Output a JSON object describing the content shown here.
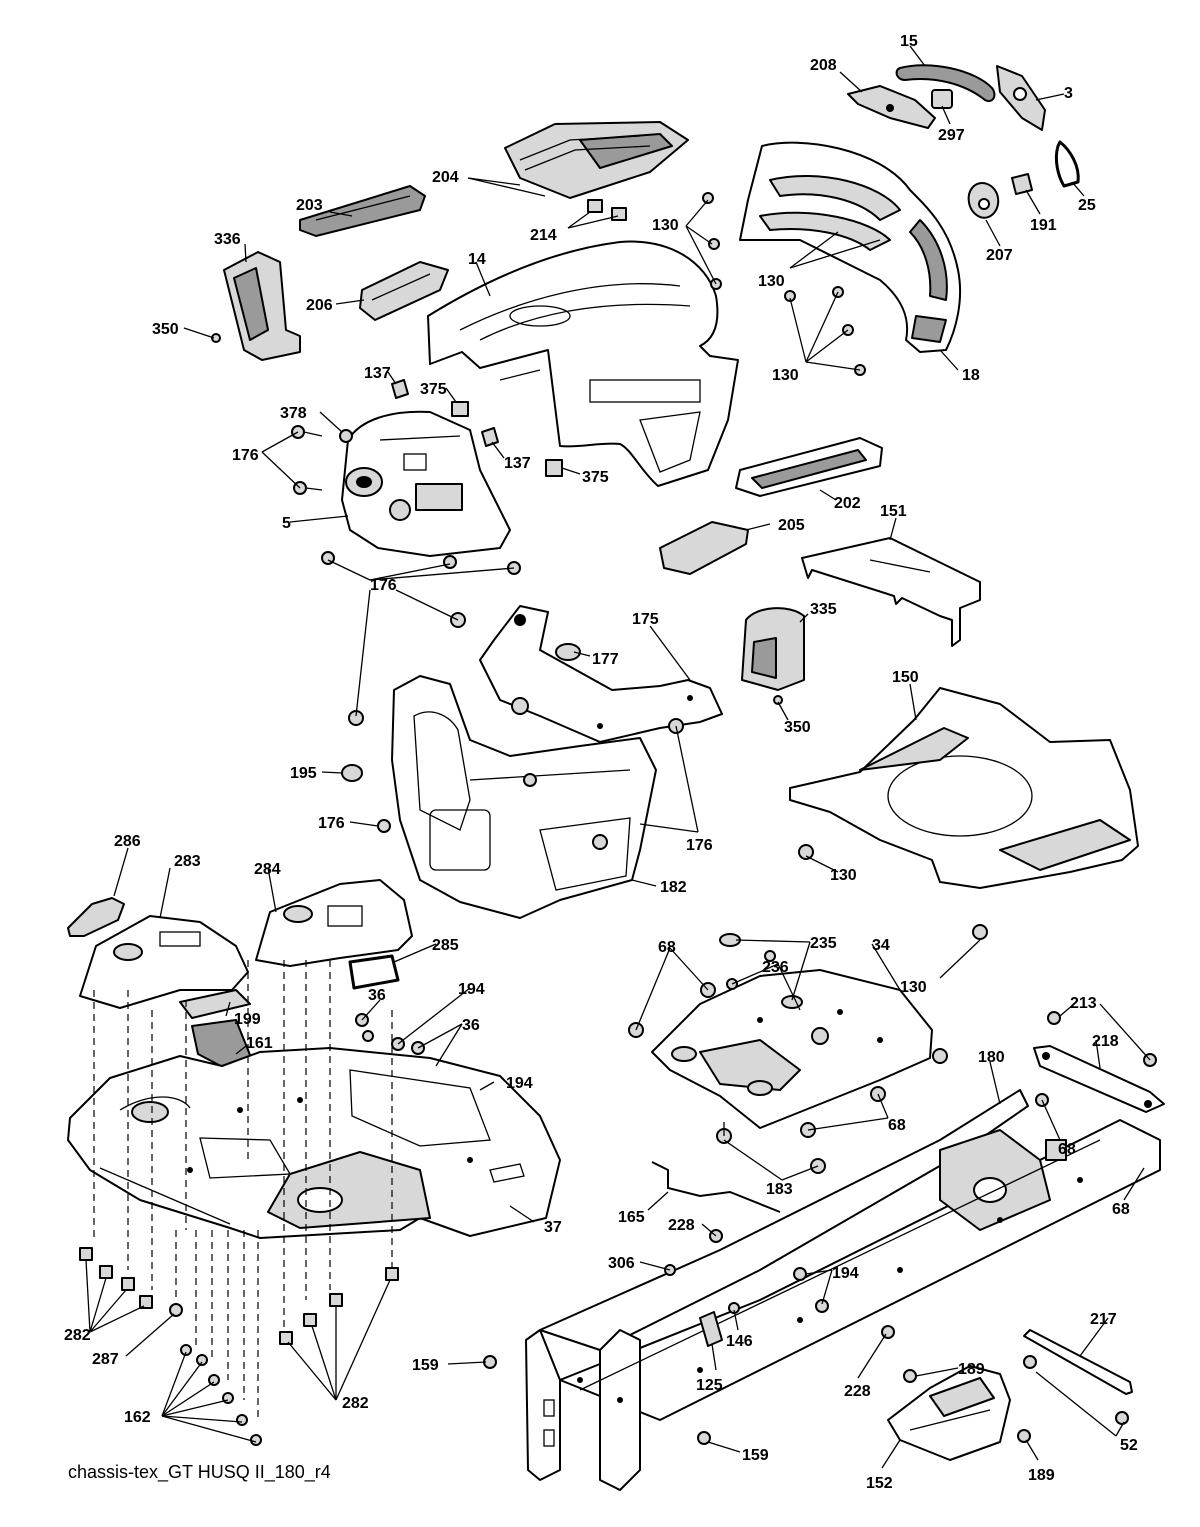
{
  "caption": "chassis-tex_GT HUSQ II_180_r4",
  "callouts": [
    {
      "id": "c15",
      "label": "15"
    },
    {
      "id": "c208",
      "label": "208"
    },
    {
      "id": "c3",
      "label": "3"
    },
    {
      "id": "c297",
      "label": "297"
    },
    {
      "id": "c204",
      "label": "204"
    },
    {
      "id": "c203",
      "label": "203"
    },
    {
      "id": "c130a",
      "label": "130"
    },
    {
      "id": "c191",
      "label": "191"
    },
    {
      "id": "c25",
      "label": "25"
    },
    {
      "id": "c214",
      "label": "214"
    },
    {
      "id": "c336",
      "label": "336"
    },
    {
      "id": "c14",
      "label": "14"
    },
    {
      "id": "c130b",
      "label": "130"
    },
    {
      "id": "c207",
      "label": "207"
    },
    {
      "id": "c206",
      "label": "206"
    },
    {
      "id": "c350a",
      "label": "350"
    },
    {
      "id": "c130c",
      "label": "130"
    },
    {
      "id": "c18",
      "label": "18"
    },
    {
      "id": "c137a",
      "label": "137"
    },
    {
      "id": "c375a",
      "label": "375"
    },
    {
      "id": "c378",
      "label": "378"
    },
    {
      "id": "c176a",
      "label": "176"
    },
    {
      "id": "c137b",
      "label": "137"
    },
    {
      "id": "c375b",
      "label": "375"
    },
    {
      "id": "c202",
      "label": "202"
    },
    {
      "id": "c5",
      "label": "5"
    },
    {
      "id": "c205",
      "label": "205"
    },
    {
      "id": "c151",
      "label": "151"
    },
    {
      "id": "c176b",
      "label": "176"
    },
    {
      "id": "c175",
      "label": "175"
    },
    {
      "id": "c335",
      "label": "335"
    },
    {
      "id": "c177",
      "label": "177"
    },
    {
      "id": "c150",
      "label": "150"
    },
    {
      "id": "c350b",
      "label": "350"
    },
    {
      "id": "c195",
      "label": "195"
    },
    {
      "id": "c176c",
      "label": "176"
    },
    {
      "id": "c176d",
      "label": "176"
    },
    {
      "id": "c130d",
      "label": "130"
    },
    {
      "id": "c182",
      "label": "182"
    },
    {
      "id": "c286",
      "label": "286"
    },
    {
      "id": "c283",
      "label": "283"
    },
    {
      "id": "c284",
      "label": "284"
    },
    {
      "id": "c285",
      "label": "285"
    },
    {
      "id": "c68a",
      "label": "68"
    },
    {
      "id": "c235",
      "label": "235"
    },
    {
      "id": "c34",
      "label": "34"
    },
    {
      "id": "c236",
      "label": "236"
    },
    {
      "id": "c130e",
      "label": "130"
    },
    {
      "id": "c36a",
      "label": "36"
    },
    {
      "id": "c194a",
      "label": "194"
    },
    {
      "id": "c213",
      "label": "213"
    },
    {
      "id": "c199",
      "label": "199"
    },
    {
      "id": "c36b",
      "label": "36"
    },
    {
      "id": "c218",
      "label": "218"
    },
    {
      "id": "c161",
      "label": "161"
    },
    {
      "id": "c180",
      "label": "180"
    },
    {
      "id": "c194b",
      "label": "194"
    },
    {
      "id": "c68b",
      "label": "68"
    },
    {
      "id": "c68c",
      "label": "68"
    },
    {
      "id": "c183",
      "label": "183"
    },
    {
      "id": "c68d",
      "label": "68"
    },
    {
      "id": "c37",
      "label": "37"
    },
    {
      "id": "c165",
      "label": "165"
    },
    {
      "id": "c228a",
      "label": "228"
    },
    {
      "id": "c306",
      "label": "306"
    },
    {
      "id": "c194c",
      "label": "194"
    },
    {
      "id": "c217",
      "label": "217"
    },
    {
      "id": "c282a",
      "label": "282"
    },
    {
      "id": "c146",
      "label": "146"
    },
    {
      "id": "c287",
      "label": "287"
    },
    {
      "id": "c159a",
      "label": "159"
    },
    {
      "id": "c189a",
      "label": "189"
    },
    {
      "id": "c125",
      "label": "125"
    },
    {
      "id": "c228b",
      "label": "228"
    },
    {
      "id": "c282b",
      "label": "282"
    },
    {
      "id": "c162",
      "label": "162"
    },
    {
      "id": "c52",
      "label": "52"
    },
    {
      "id": "c159b",
      "label": "159"
    },
    {
      "id": "c189b",
      "label": "189"
    },
    {
      "id": "c152",
      "label": "152"
    }
  ]
}
